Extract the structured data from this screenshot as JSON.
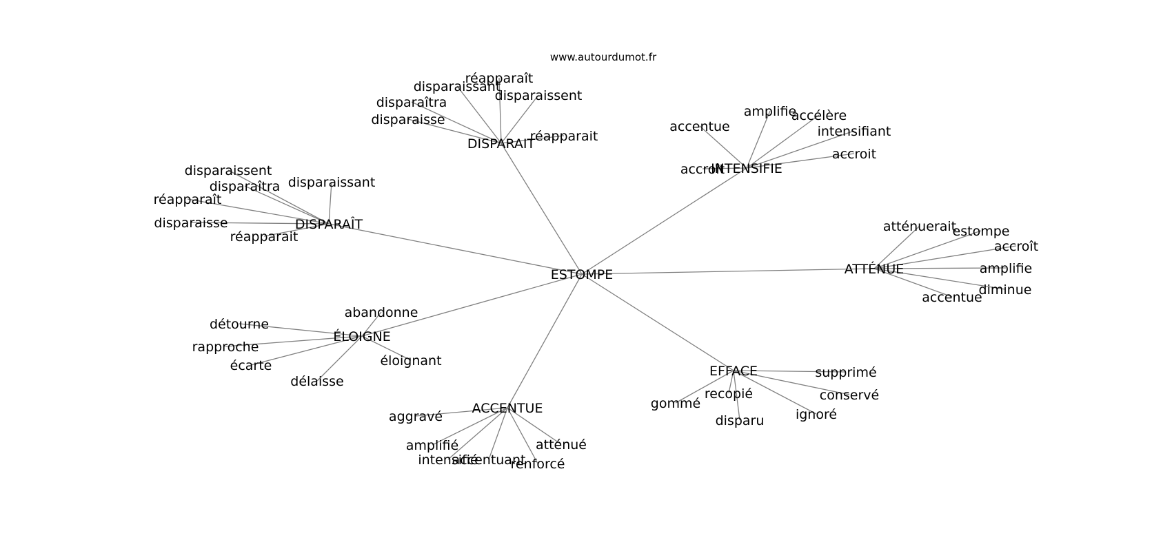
{
  "source": "www.autourdumot.fr",
  "center": "ESTOMPE",
  "groups": [
    {
      "id": "disparait",
      "label": "DISPARAIT",
      "words": [
        "réapparaît",
        "disparaissant",
        "disparaissent",
        "disparaîtra",
        "disparaisse",
        "réapparait"
      ]
    },
    {
      "id": "intensifie",
      "label": "INTENSIFIE",
      "words": [
        "amplifie",
        "accentue",
        "accélère",
        "intensifiant",
        "accroit",
        "accroît"
      ]
    },
    {
      "id": "disparait-circ",
      "label": "DISPARAÎT",
      "words": [
        "disparaissent",
        "disparaîtra",
        "disparaissant",
        "réapparaît",
        "disparaisse",
        "réapparait"
      ]
    },
    {
      "id": "attenue",
      "label": "ATTÉNUE",
      "words": [
        "atténuerait",
        "estompe",
        "accroît",
        "amplifie",
        "diminue",
        "accentue"
      ]
    },
    {
      "id": "eloigne",
      "label": "ÉLOIGNE",
      "words": [
        "abandonne",
        "détourne",
        "rapproche",
        "écarte",
        "délaisse",
        "éloignant"
      ]
    },
    {
      "id": "efface",
      "label": "EFFACE",
      "words": [
        "supprimé",
        "conservé",
        "recopié",
        "gommé",
        "disparu",
        "ignoré"
      ]
    },
    {
      "id": "accentue",
      "label": "ACCENTUE",
      "words": [
        "aggravé",
        "amplifié",
        "intensifié",
        "accentuant",
        "renforcé",
        "atténué"
      ]
    }
  ]
}
